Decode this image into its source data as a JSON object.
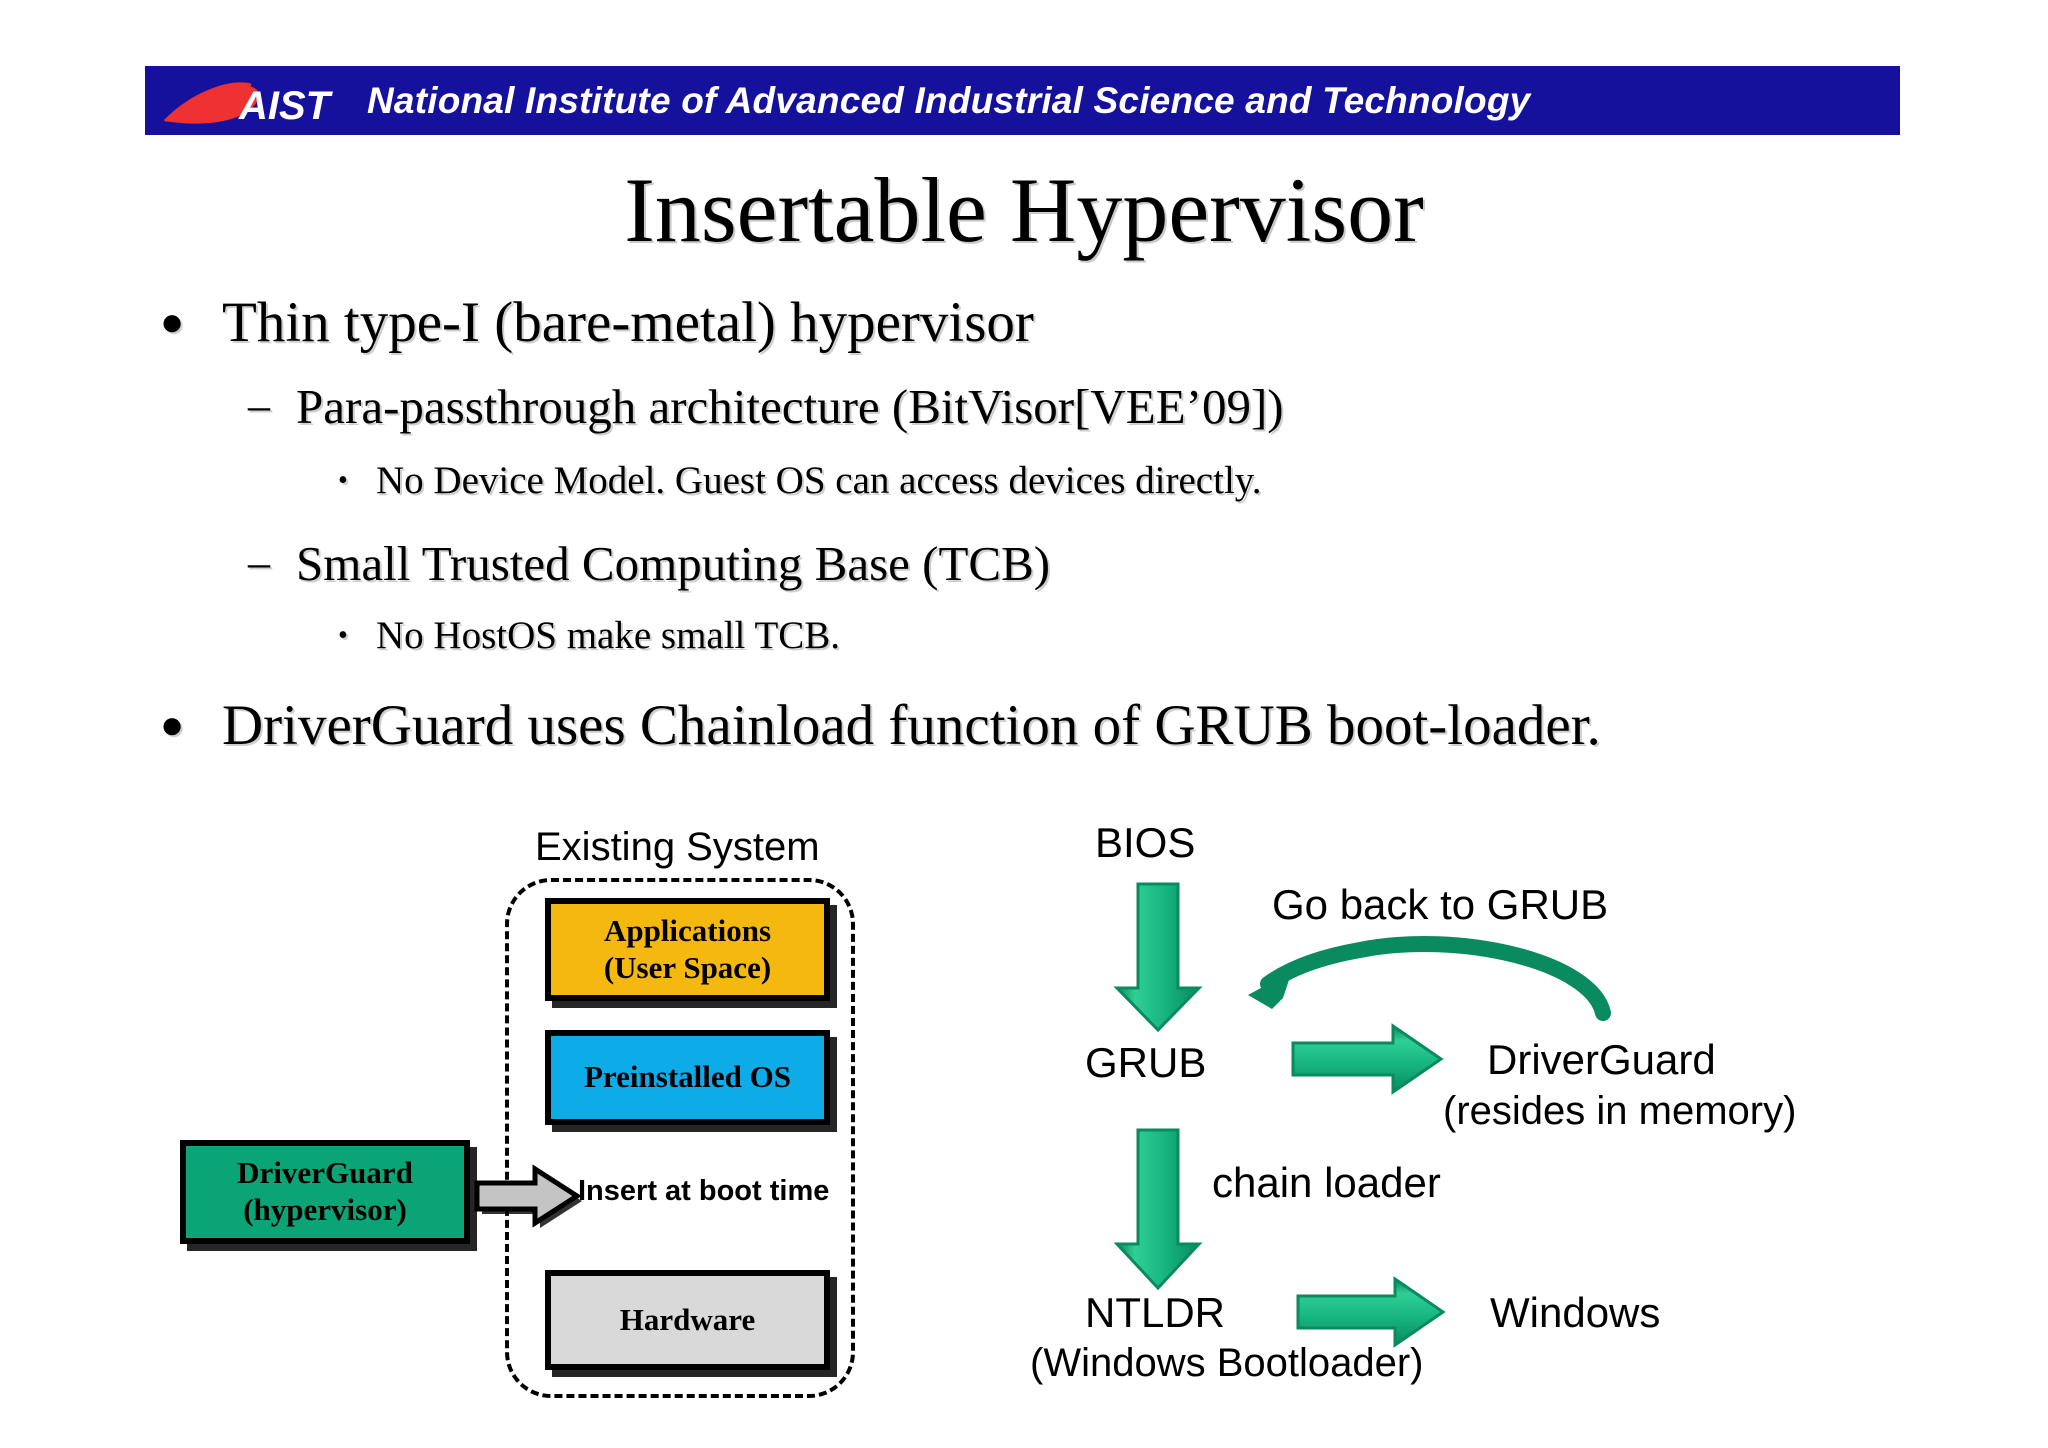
{
  "header": {
    "logo_icon": "aist-logo-icon",
    "logo_text": "AIST",
    "institute_name": "National Institute of Advanced Industrial Science and Technology",
    "banner_color": "#15119c",
    "logo_swoosh_color": "#ee3131"
  },
  "slide": {
    "title": "Insertable Hypervisor",
    "bullets": [
      {
        "level": 1,
        "marker": "●",
        "text": "Thin type-I (bare-metal) hypervisor"
      },
      {
        "level": 2,
        "marker": "–",
        "text": "Para-passthrough architecture (BitVisor[VEE’09])"
      },
      {
        "level": 3,
        "marker": "•",
        "text": "No Device Model. Guest OS can access devices directly."
      },
      {
        "level": 2,
        "marker": "–",
        "text": "Small Trusted Computing Base (TCB)"
      },
      {
        "level": 3,
        "marker": "•",
        "text": "No HostOS make small TCB."
      },
      {
        "level": 1,
        "marker": "●",
        "text": "DriverGuard uses Chainload function of GRUB boot-loader."
      }
    ]
  },
  "diagram_left": {
    "group_label": "Existing System",
    "boxes": [
      {
        "id": "applications",
        "line1": "Applications",
        "line2": "(User Space)",
        "color": "#f5b80f"
      },
      {
        "id": "preinstalled-os",
        "line1": "Preinstalled OS",
        "line2": "",
        "color": "#0dace8"
      },
      {
        "id": "hardware",
        "line1": "Hardware",
        "line2": "",
        "color": "#d9d9d9"
      },
      {
        "id": "driverguard",
        "line1": "DriverGuard",
        "line2": "(hypervisor)",
        "color": "#0ba477"
      }
    ],
    "insert_arrow_label": "Insert at boot time",
    "insert_arrow_color": "#c4c4c4"
  },
  "diagram_right": {
    "arrow_color": "#17b07e",
    "arrow_edge_color": "#0a8a5f",
    "nodes": [
      {
        "id": "bios",
        "label": "BIOS"
      },
      {
        "id": "grub",
        "label": "GRUB"
      },
      {
        "id": "driverguard",
        "label": "DriverGuard"
      },
      {
        "id": "driverguard-sub",
        "label": "(resides in memory)"
      },
      {
        "id": "ntldr",
        "label": "NTLDR"
      },
      {
        "id": "ntldr-sub",
        "label": "(Windows Bootloader)"
      },
      {
        "id": "windows",
        "label": "Windows"
      }
    ],
    "edge_labels": [
      {
        "id": "go-back",
        "label": "Go back to GRUB"
      },
      {
        "id": "chain-loader",
        "label": "chain loader"
      }
    ]
  }
}
